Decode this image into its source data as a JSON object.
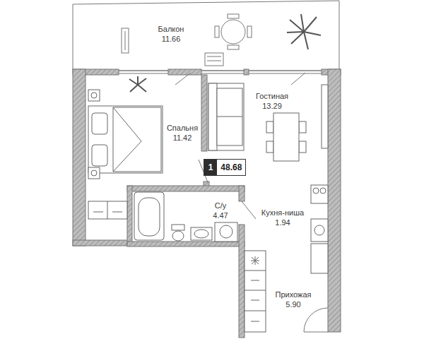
{
  "diagram": {
    "nodes": [
      {
        "text": [
          "Балкон",
          "11.66"
        ]
      },
      {
        "text": [
          "Гостиная",
          "13.29"
        ]
      },
      {
        "text": [
          "Спальня",
          "11.42"
        ]
      },
      {
        "text": [
          "1",
          "48.68"
        ]
      },
      {
        "text": [
          "С/у",
          "4.47"
        ]
      },
      {
        "text": [
          "Кухня-ниша",
          "1.94"
        ]
      },
      {
        "text": [
          "Прихожая",
          "5.90"
        ]
      }
    ]
  }
}
